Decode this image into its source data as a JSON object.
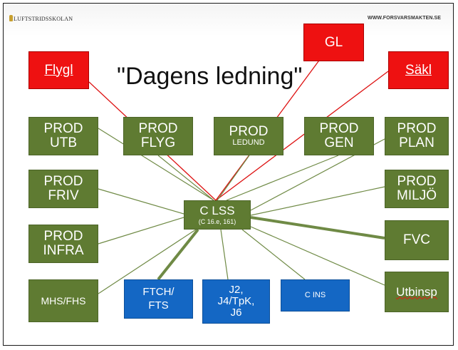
{
  "header": {
    "logo_text": "LUFTSTRIDSSKOLAN",
    "url_text": "WWW.FORSVARSMAKTEN.SE"
  },
  "title": "\"Dagens ledning\"",
  "boxes": {
    "gl": {
      "label": "GL"
    },
    "flygl": {
      "label": "Flygl"
    },
    "sakl": {
      "label": "Säkl"
    },
    "prod_utb": {
      "line1": "PROD",
      "line2": "UTB"
    },
    "prod_flyg": {
      "line1": "PROD",
      "line2": "FLYG"
    },
    "prod_ledund": {
      "line1": "PROD",
      "line2": "LEDUND"
    },
    "prod_gen": {
      "line1": "PROD",
      "line2": "GEN"
    },
    "prod_plan": {
      "line1": "PROD",
      "line2": "PLAN"
    },
    "prod_friv": {
      "line1": "PROD",
      "line2": "FRIV"
    },
    "prod_miljo": {
      "line1": "PROD",
      "line2": "MILJÖ"
    },
    "prod_infra": {
      "line1": "PROD",
      "line2": "INFRA"
    },
    "c_lss": {
      "line1": "C LSS",
      "line2": "(C 16.e, 161)"
    },
    "fvc": {
      "label": "FVC"
    },
    "mhs_fhs": {
      "label": "MHS/FHS"
    },
    "ftch_fts": {
      "line1": "FTCH/",
      "line2": "FTS"
    },
    "j2": {
      "line1": "J2,",
      "line2": "J4/TpK,",
      "line3": "J6"
    },
    "c_ins": {
      "label": "C INS"
    },
    "utbinsp": {
      "label": "Utbinsp"
    }
  },
  "colors": {
    "green": "#5f7b32",
    "red": "#ee1111",
    "blue": "#1467c4",
    "line_green": "#6f8a45",
    "line_red": "#dd1111"
  }
}
